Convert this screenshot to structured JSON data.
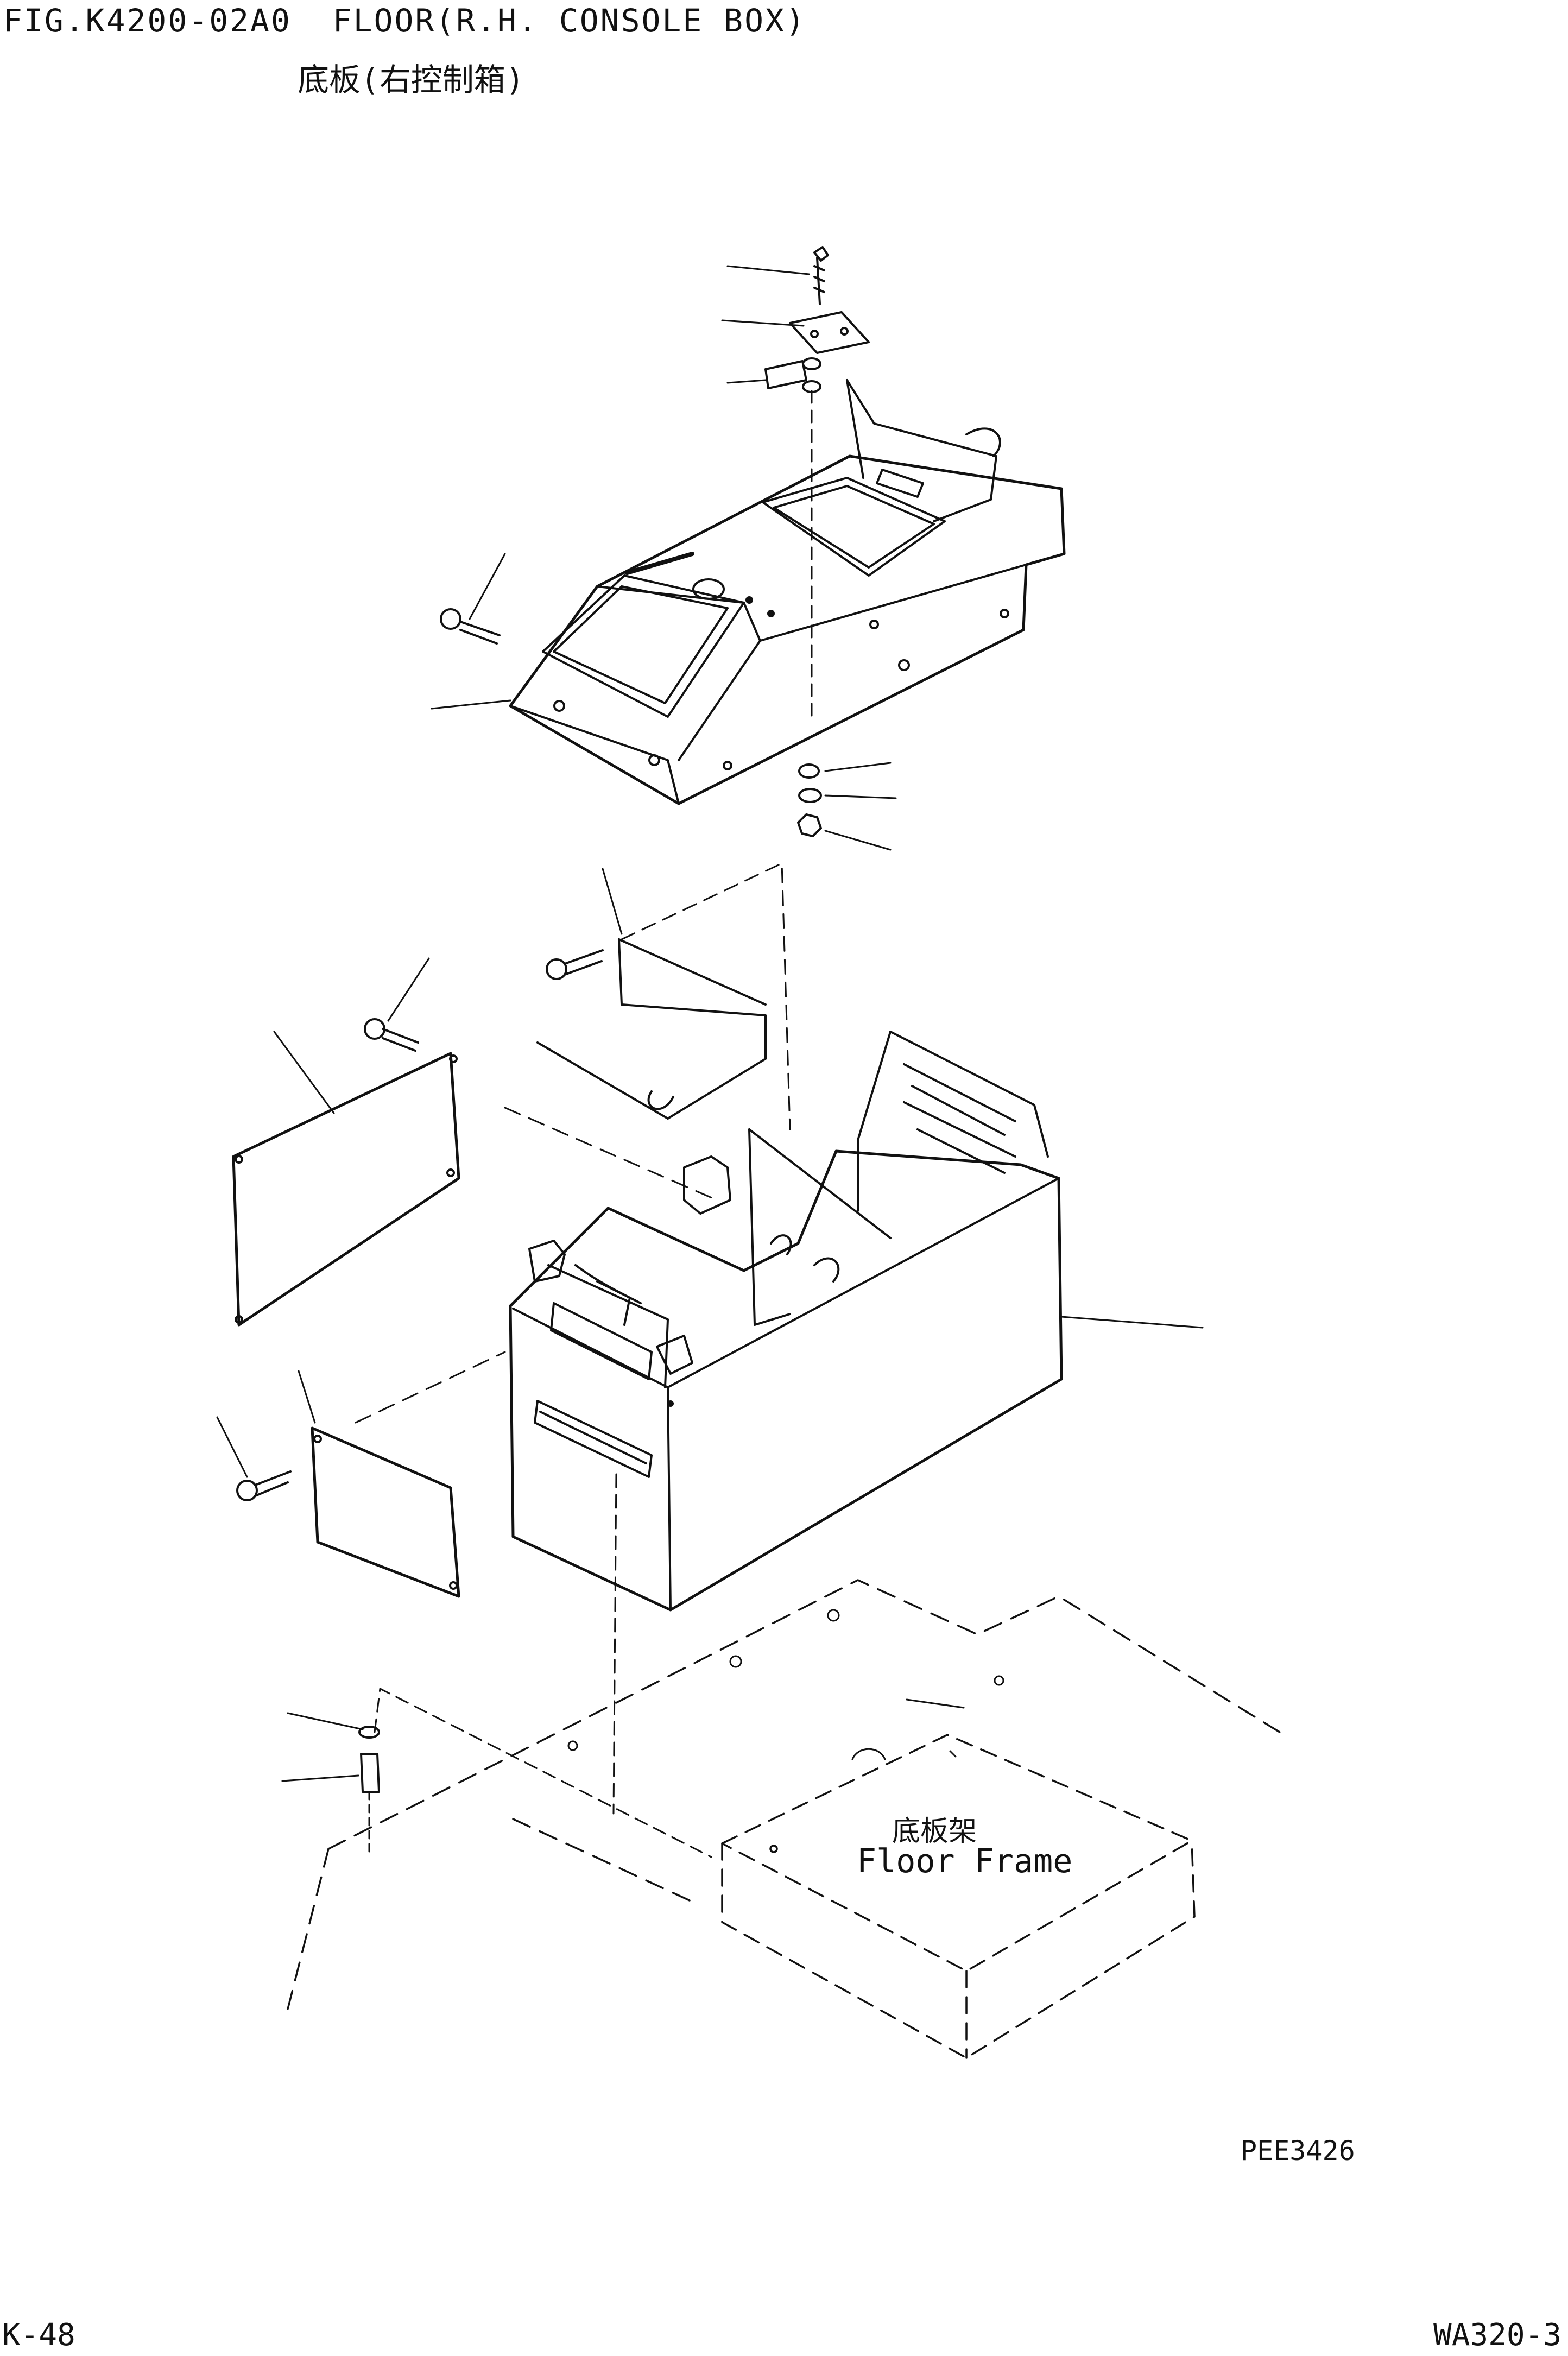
{
  "header": {
    "figure_title": "FIG.K4200-02A0  FLOOR(R.H. CONSOLE BOX)",
    "subtitle": "底板(右控制箱)"
  },
  "diagram": {
    "frame_label_cn": "底板架",
    "frame_label_en": "Floor Frame",
    "drawing_code": "PEE3426"
  },
  "footer": {
    "page_number": "K-48",
    "model": "WA320-3"
  },
  "colors": {
    "ink": "#111111",
    "paper": "#ffffff"
  }
}
